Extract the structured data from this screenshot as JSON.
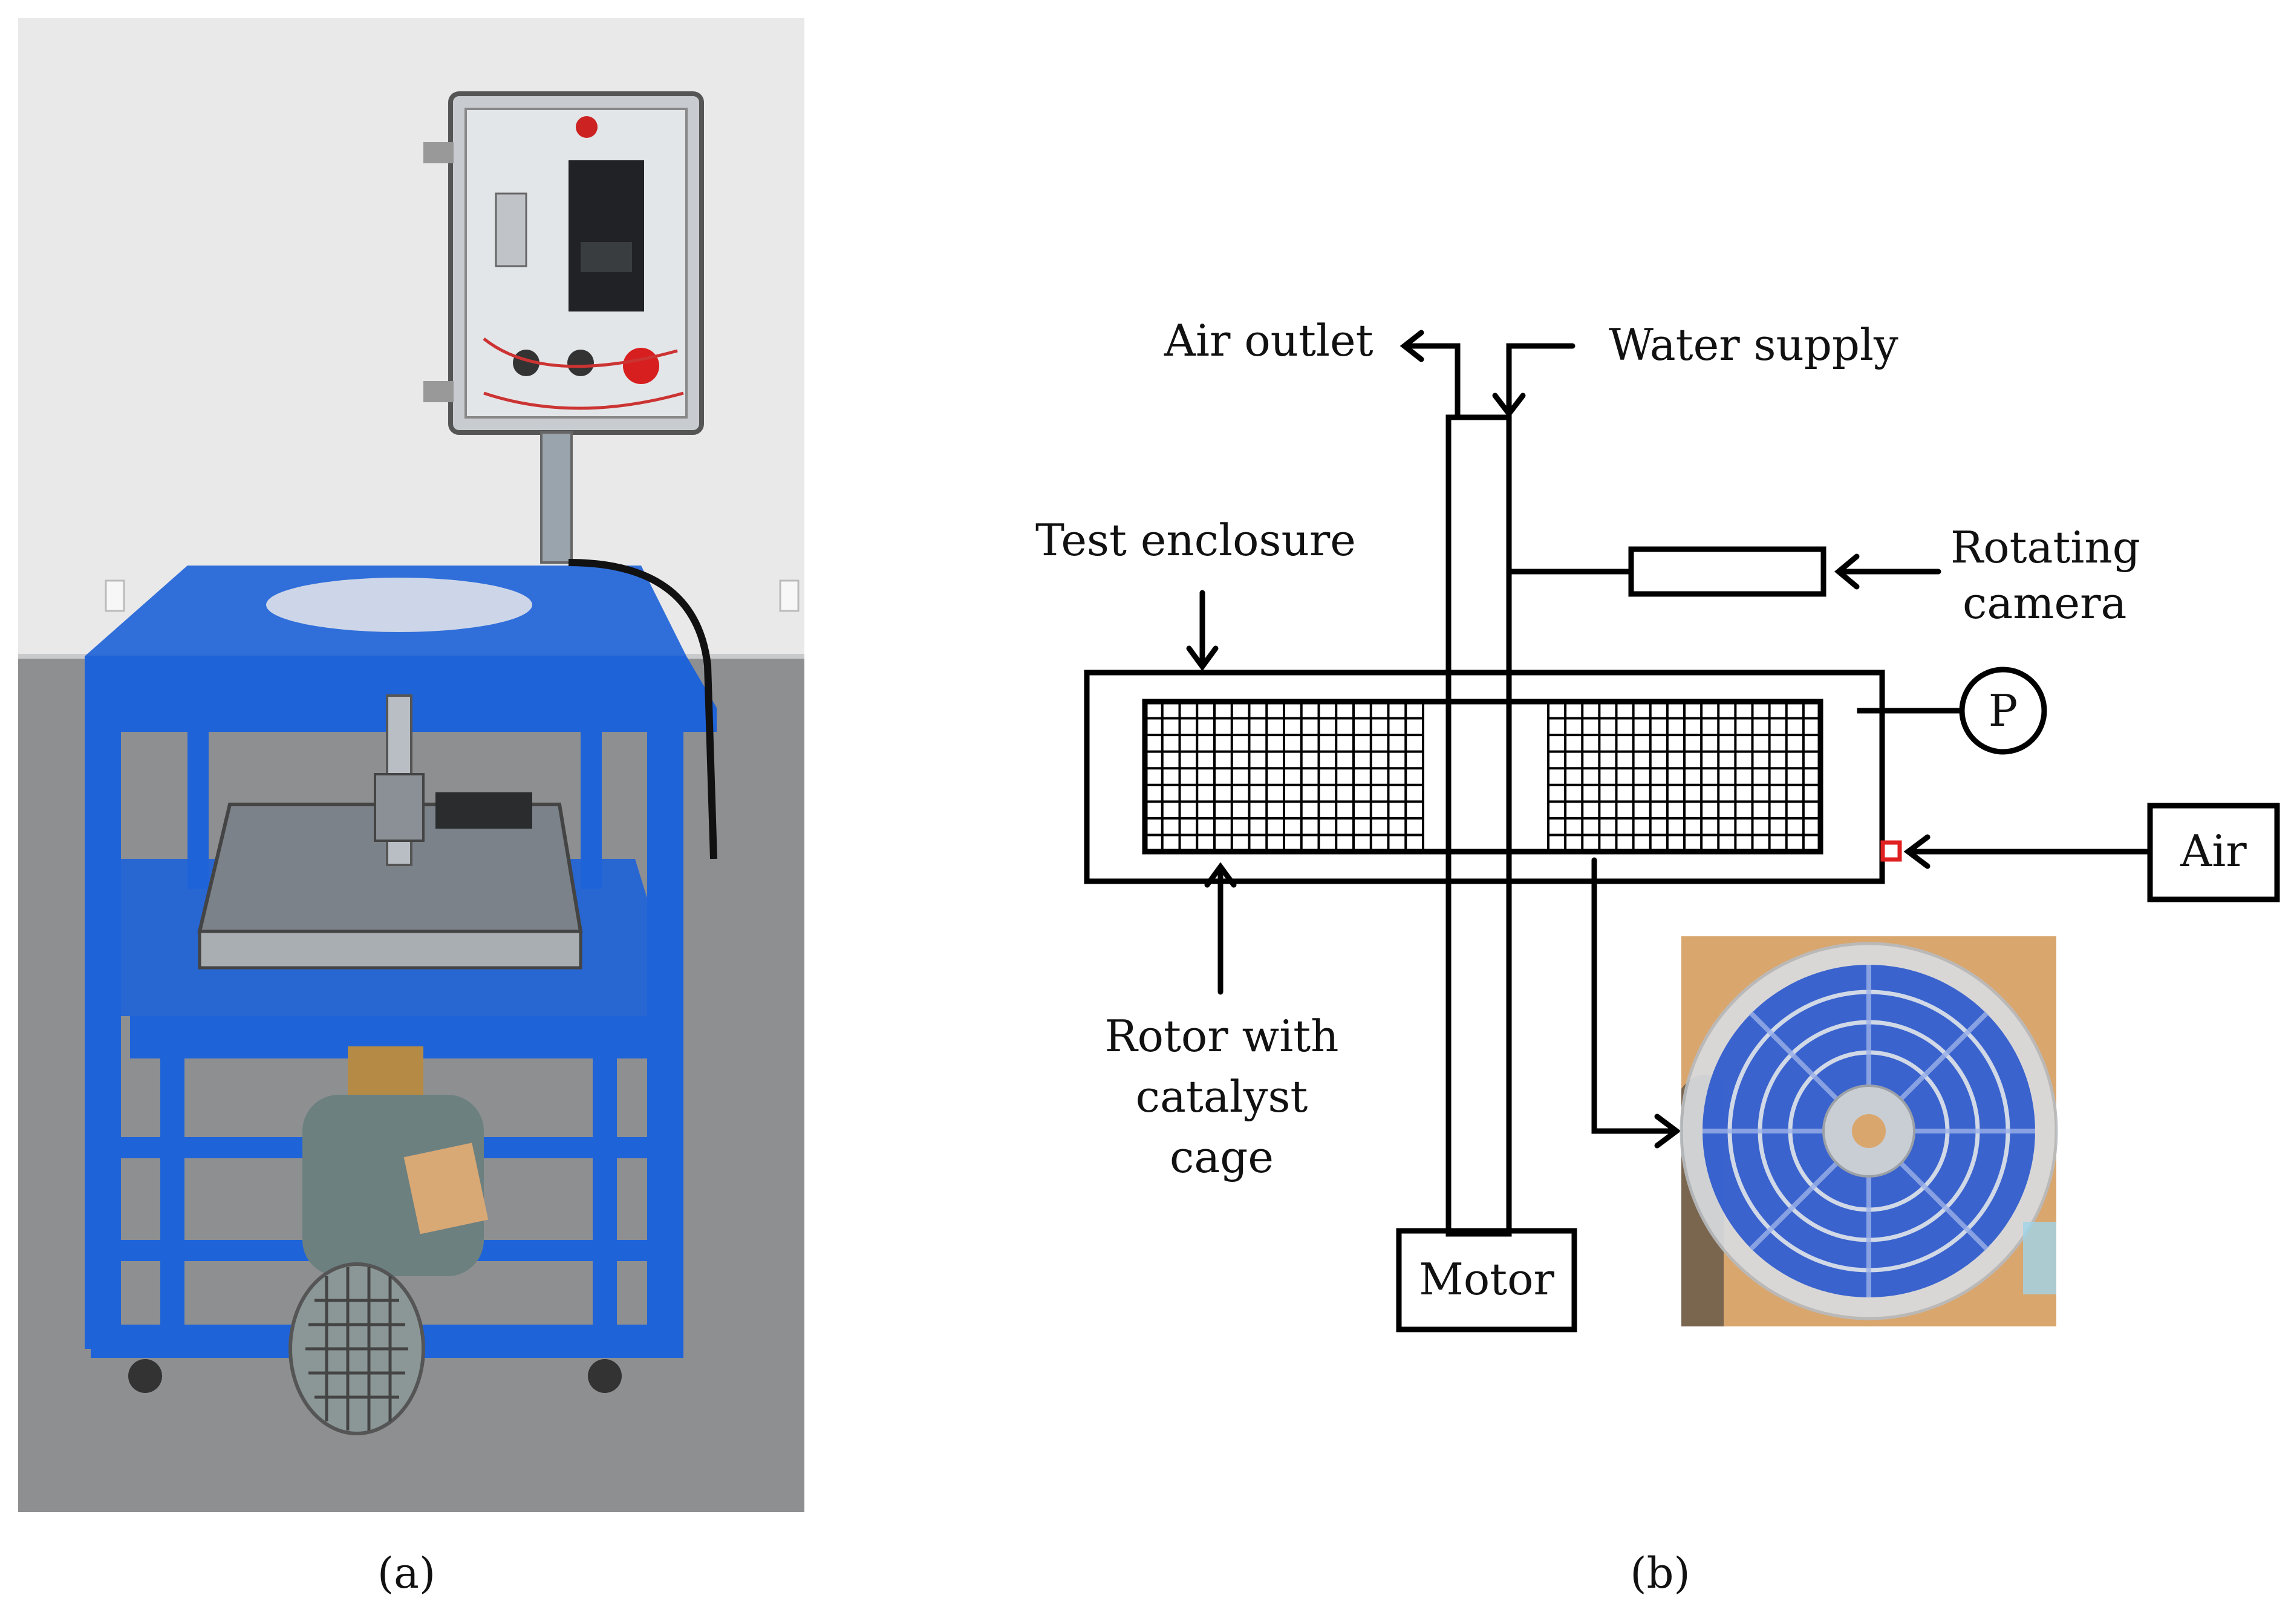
{
  "captions": {
    "a": "(a)",
    "b": "(b)"
  },
  "photo": {
    "wall": "#e9e9ea",
    "floor": "#8e8f91",
    "frame": "#1f63d8",
    "enclosure": "#9fa4a8",
    "motor": "#6c8080"
  },
  "diagram": {
    "air_outlet": "Air outlet",
    "water_supply": "Water supply",
    "test_enclosure": "Test enclosure",
    "rotating_camera_1": "Rotating",
    "rotating_camera_2": "camera",
    "pressure": "P",
    "air": "Air",
    "rotor_1": "Rotor with",
    "rotor_2": "catalyst",
    "rotor_3": "cage",
    "motor": "Motor",
    "air_port_color": "#e02020",
    "rotor_photo": {
      "background": "#d9a66e",
      "rotor_blue": "#1d4fcc"
    }
  }
}
